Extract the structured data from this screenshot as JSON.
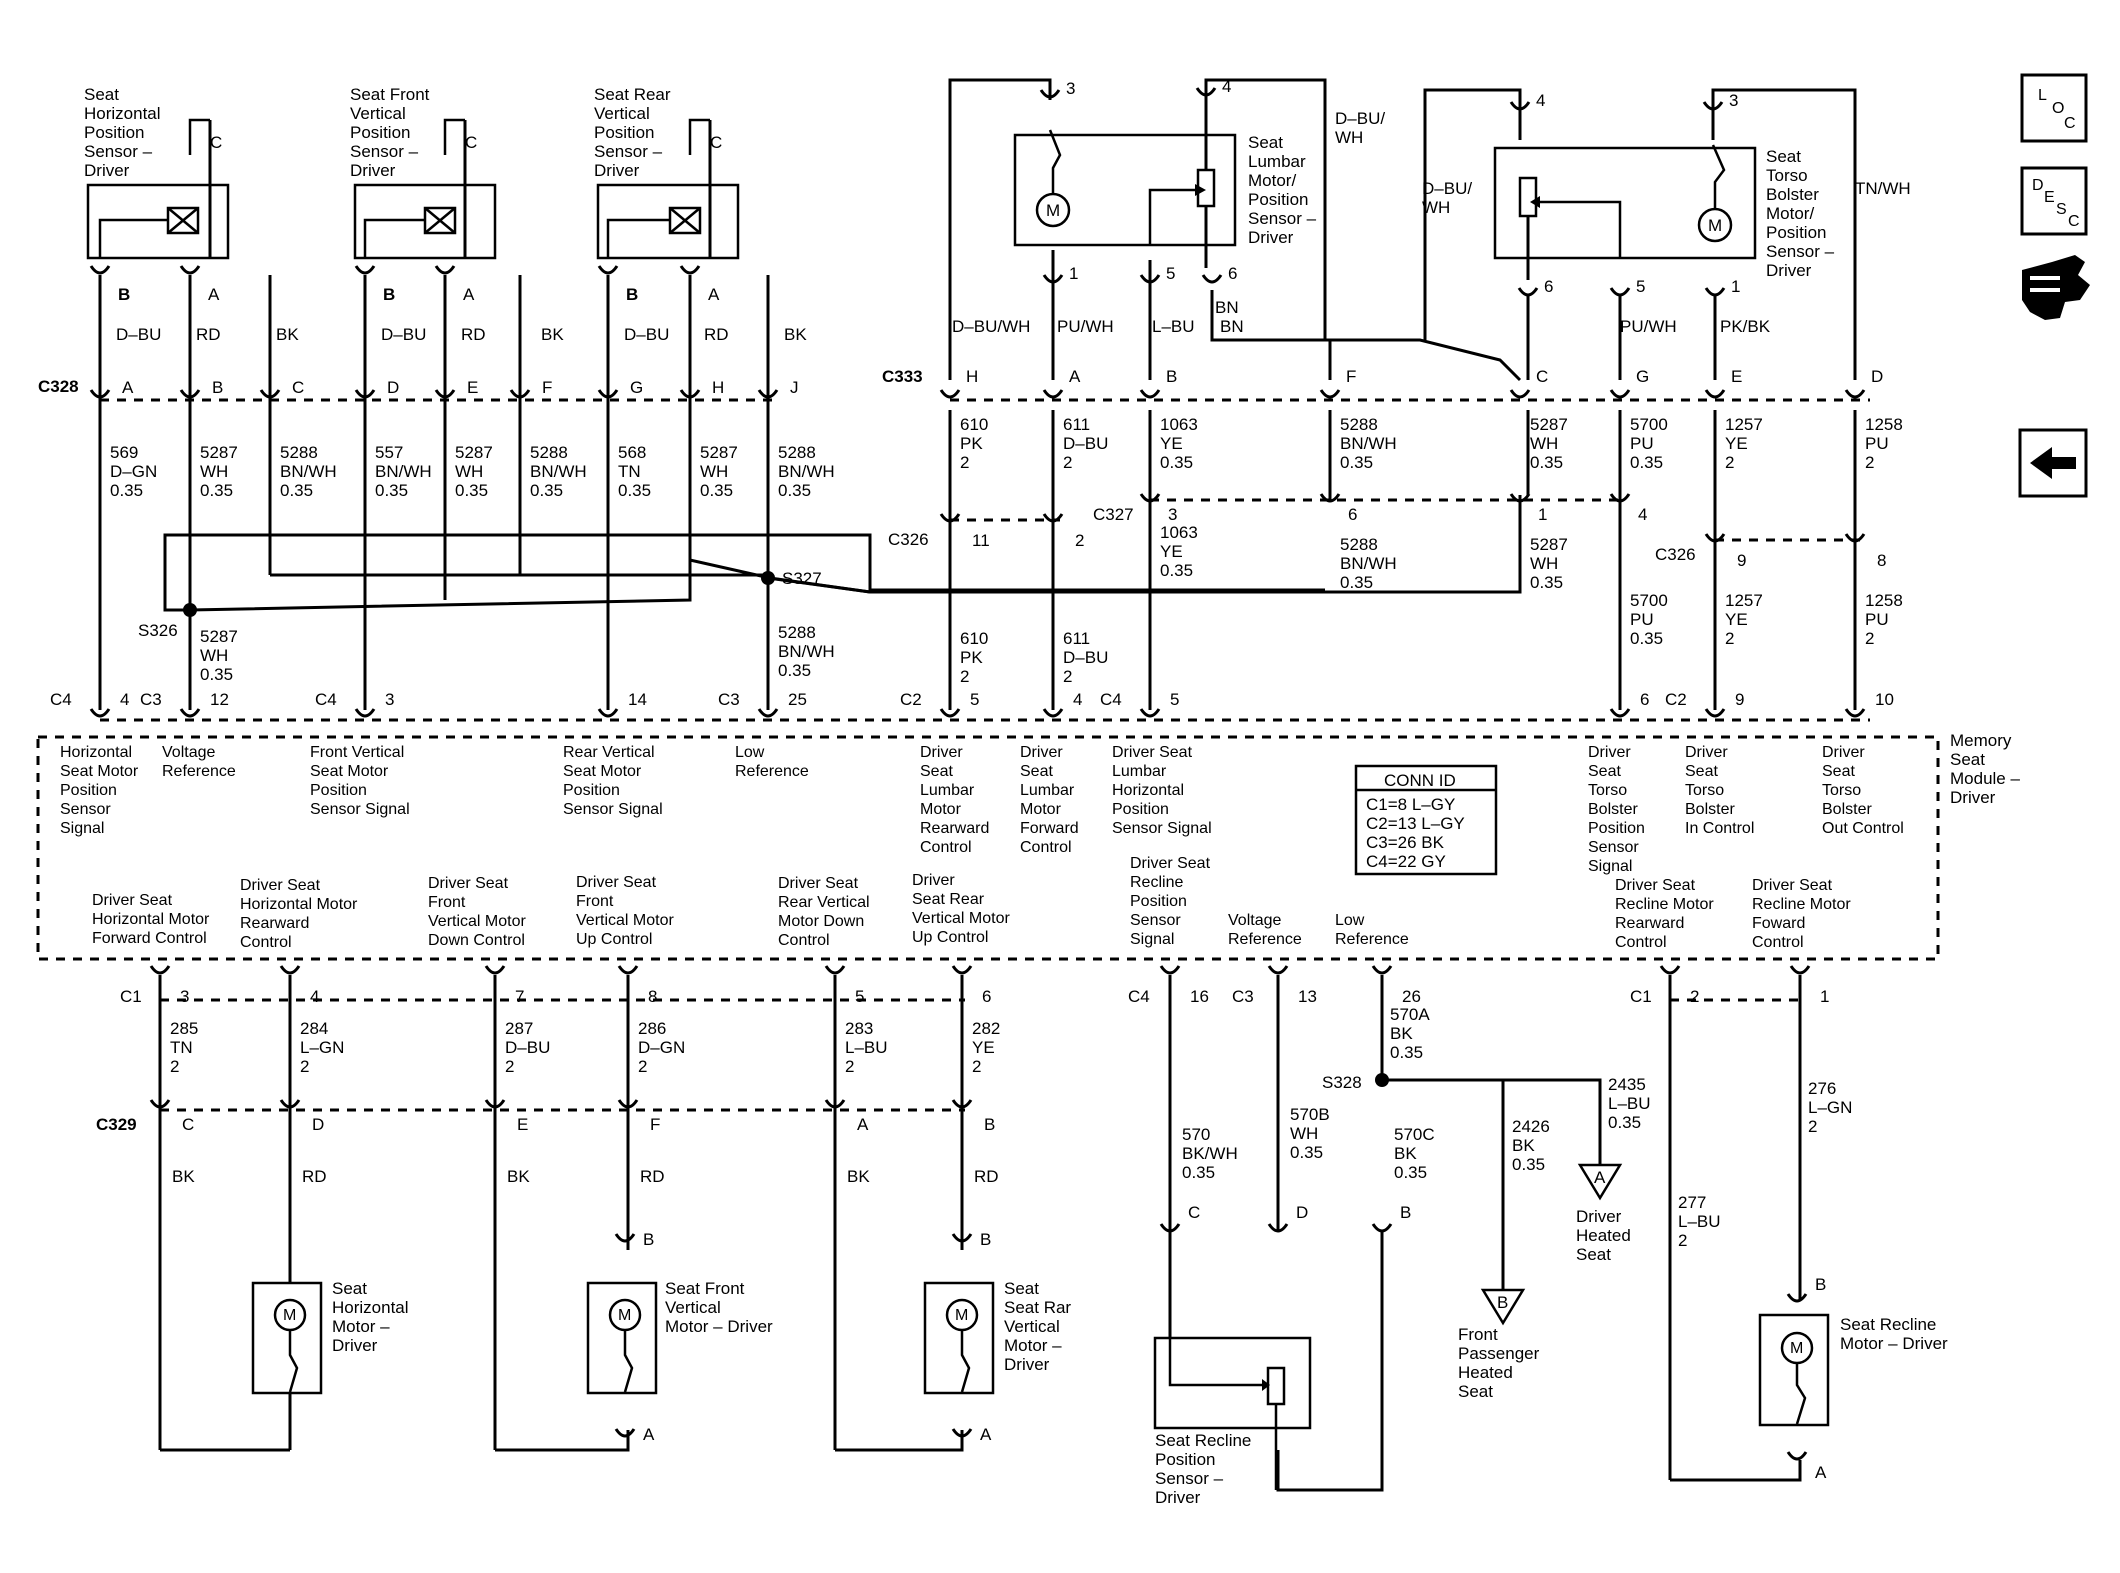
{
  "top_left_sensors": [
    {
      "name": "Seat\nHorizontal\nPosition\nSensor –\nDriver"
    },
    {
      "name": "Seat Front\nVertical\nPosition\nSensor –\nDriver"
    },
    {
      "name": "Seat Rear\nVertical\nPosition\nSensor –\nDriver"
    }
  ],
  "pin_C": "C",
  "pins_top_BA": [
    "B",
    "A"
  ],
  "wire_colors_top": [
    "D–BU",
    "RD",
    "BK"
  ],
  "connectors": {
    "c328": "C328",
    "c333": "C333",
    "c326": "C326",
    "c327": "C327",
    "c329": "C329",
    "c4": "C4",
    "c3": "C3",
    "c2": "C2",
    "c1": "C1"
  },
  "splices": {
    "s326": "S326",
    "s327": "S327",
    "s328": "S328"
  },
  "c328_pins": [
    "A",
    "B",
    "C",
    "D",
    "E",
    "F",
    "G",
    "H",
    "J"
  ],
  "c328_wires": [
    "569\nD–GN\n0.35",
    "5287\nWH\n0.35",
    "5288\nBN/WH\n0.35",
    "557\nBN/WH\n0.35",
    "5287\nWH\n0.35",
    "5288\nBN/WH\n0.35",
    "568\nTN\n0.35",
    "5287\nWH\n0.35",
    "5288\nBN/WH\n0.35"
  ],
  "s326_wire": "5287\nWH\n0.35",
  "s327_wire": "5288\nBN/WH\n0.35",
  "module_top_pins": [
    {
      "conn": "C4",
      "pin": "4"
    },
    {
      "conn": "C3",
      "pin": "12"
    },
    {
      "conn": "C4",
      "pin": "3"
    },
    {
      "pin": "14"
    },
    {
      "conn": "C3",
      "pin": "25"
    },
    {
      "conn": "C2",
      "pin": "5"
    },
    {
      "pin": "4"
    },
    {
      "conn": "C4",
      "pin": "5"
    },
    {
      "pin": "6"
    },
    {
      "conn": "C2",
      "pin": "9"
    },
    {
      "pin": "10"
    }
  ],
  "module_top_labels": [
    "Horizontal\nSeat Motor\nPosition\nSensor\nSignal",
    "Voltage\nReference",
    "Front Vertical\nSeat Motor\nPosition\nSensor Signal",
    "Rear Vertical\nSeat Motor\nPosition\nSensor Signal",
    "Low\nReference",
    "Driver\nSeat\nLumbar\nMotor\nRearward\nControl",
    "Driver\nSeat\nLumbar\nMotor\nForward\nControl",
    "Driver Seat\nLumbar\nHorizontal\nPosition\nSensor Signal",
    "Driver\nSeat\nTorso\nBolster\nPosition\nSensor\nSignal",
    "Driver\nSeat\nTorso\nBolster\nIn Control",
    "Driver\nSeat\nTorso\nBolster\nOut Control"
  ],
  "module_name": "Memory\nSeat\nModule –\nDriver",
  "conn_id": {
    "title": "CONN ID",
    "rows": [
      "C1=8 L–GY",
      "C2=13 L–GY",
      "C3=26 BK",
      "C4=22 GY"
    ]
  },
  "lumbar": {
    "name": "Seat\nLumbar\nMotor/\nPosition\nSensor –\nDriver",
    "pins": [
      "3",
      "4",
      "1",
      "5",
      "6"
    ],
    "wire_bn": "BN",
    "side_wire": "D–BU/\nWH"
  },
  "torso": {
    "name": "Seat\nTorso\nBolster\nMotor/\nPosition\nSensor –\nDriver",
    "pins": [
      "4",
      "3",
      "6",
      "5",
      "1"
    ],
    "side_wire": "D–BU/\nWH",
    "right_wire": "TN/WH"
  },
  "c333_wire_colors": [
    "D–BU/WH",
    "PU/WH",
    "L–BU",
    "BN",
    "PU/WH",
    "PK/BK"
  ],
  "c333_pins": [
    "H",
    "A",
    "B",
    "F",
    "C",
    "G",
    "E",
    "D"
  ],
  "c333_wires": [
    "610\nPK\n2",
    "611\nD–BU\n2",
    "1063\nYE\n0.35",
    "5288\nBN/WH\n0.35",
    "5287\nWH\n0.35",
    "5700\nPU\n0.35",
    "1257\nYE\n2",
    "1258\nPU\n2"
  ],
  "c326_pins": [
    "11",
    "2",
    "9",
    "8"
  ],
  "c327_pins": [
    "3",
    "6",
    "1",
    "4"
  ],
  "mid_wires": [
    "610\nPK\n2",
    "611\nD–BU\n2",
    "1063\nYE\n0.35",
    "5288\nBN/WH\n0.35",
    "5287\nWH\n0.35",
    "5700\nPU\n0.35",
    "1257\nYE\n2",
    "1258\nPU\n2"
  ],
  "module_bottom_labels": [
    "Driver Seat\nHorizontal Motor\nForward Control",
    "Driver Seat\nHorizontal Motor\nRearward\nControl",
    "Driver Seat\nFront\nVertical Motor\nDown Control",
    "Driver Seat\nFront\nVertical Motor\nUp Control",
    "Driver Seat\nRear Vertical\nMotor Down\nControl",
    "Driver\nSeat Rear\nVertical Motor\nUp Control",
    "Driver Seat\nRecline\nPosition\nSensor\nSignal",
    "Voltage\nReference",
    "Low\nReference",
    "Driver Seat\nRecline Motor\nRearward\nControl",
    "Driver Seat\nRecline Motor\nFoward\nControl"
  ],
  "module_bottom_pins": [
    "3",
    "4",
    "7",
    "8",
    "5",
    "6",
    "16",
    "13",
    "26",
    "2",
    "1"
  ],
  "c1_wires": [
    "285\nTN\n2",
    "284\nL–GN\n2",
    "287\nD–BU\n2",
    "286\nD–GN\n2",
    "283\nL–BU\n2",
    "282\nYE\n2"
  ],
  "c329_pins": [
    "C",
    "D",
    "E",
    "F",
    "A",
    "B"
  ],
  "c329_wire_colors": [
    "BK",
    "RD",
    "BK",
    "RD",
    "BK",
    "RD"
  ],
  "motors": [
    {
      "name": "Seat\nHorizontal\nMotor –\nDriver"
    },
    {
      "name": "Seat Front\nVertical\nMotor – Driver",
      "pins": [
        "B",
        "A"
      ]
    },
    {
      "name": "Seat\nSeat Rar\nVertical\nMotor –\nDriver",
      "pins": [
        "B",
        "A"
      ]
    }
  ],
  "recline_sensor": {
    "name": "Seat Recline\nPosition\nSensor –\nDriver",
    "wires": [
      "570\nBK/WH\n0.35",
      "570B\nWH\n0.35",
      "570C\nBK\n0.35"
    ],
    "pins": [
      "C",
      "D",
      "B"
    ]
  },
  "s328_wires": {
    "main": "570A\nBK\n0.35",
    "w2426": "2426\nBK\n0.35",
    "w2435": "2435\nL–BU\n0.35"
  },
  "ground_refs": [
    {
      "letter": "A",
      "label": "Driver\nHeated\nSeat"
    },
    {
      "letter": "B",
      "label": "Front\nPassenger\nHeated\nSeat"
    }
  ],
  "recline_motor": {
    "name": "Seat Recline\nMotor – Driver",
    "wires": [
      "277\nL–BU\n2",
      "276\nL–GN\n2"
    ],
    "pins": [
      "B",
      "A"
    ]
  },
  "side_icons": [
    {
      "name": "LOC",
      "letters": [
        "L",
        "O",
        "C"
      ]
    },
    {
      "name": "DESC",
      "letters": [
        "D",
        "E",
        "S",
        "C"
      ]
    }
  ]
}
